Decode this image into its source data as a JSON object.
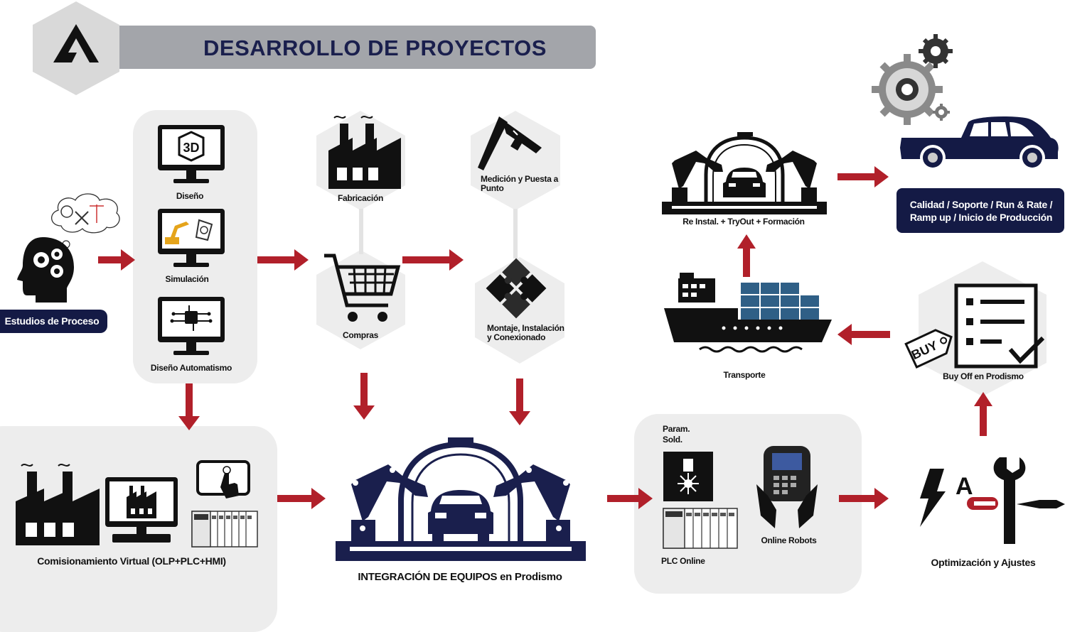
{
  "title": "DESARROLLO DE PROYECTOS",
  "colors": {
    "navy": "#141a45",
    "arrow": "#b1202a",
    "panel": "#ededed",
    "title_bar": "#a3a5aa"
  },
  "steps": {
    "estudios": "Estudios de Proceso",
    "diseno": "Diseño",
    "simulacion": "Simulación",
    "diseno_automatismo": "Diseño Automatismo",
    "fabricacion": "Fabricación",
    "compras": "Compras",
    "medicion": "Medición y Puesta a Punto",
    "montaje": "Montaje, Instalación y Conexionado",
    "comisionamiento": "Comisionamiento Virtual (OLP+PLC+HMI)",
    "integracion": "INTEGRACIÓN DE EQUIPOS en Prodismo",
    "param": "Param. Sold.",
    "plc_online": "PLC Online",
    "online_robots": "Online Robots",
    "optimizacion": "Optimización y Ajustes",
    "buy_off": "Buy Off en Prodismo",
    "transporte": "Transporte",
    "reinstal": "Re Instal. + TryOut + Formación",
    "calidad": "Calidad / Soporte / Run & Rate / Ramp up / Inicio de Producción"
  },
  "icon_text": {
    "three_d": "3D",
    "buy": "BUY",
    "letter_a": "A"
  },
  "icons": [
    "logo-icon",
    "head-gears-icon",
    "monitor-3d-icon",
    "monitor-robot-icon",
    "monitor-chip-icon",
    "factory-icon",
    "cart-icon",
    "caliper-icon",
    "puzzle-icon",
    "plc-icon",
    "touch-screen-icon",
    "robot-cell-icon",
    "weld-icon",
    "teach-pendant-icon",
    "electric-tools-icon",
    "checklist-icon",
    "ship-icon",
    "gears-icon",
    "pickup-truck-icon"
  ]
}
